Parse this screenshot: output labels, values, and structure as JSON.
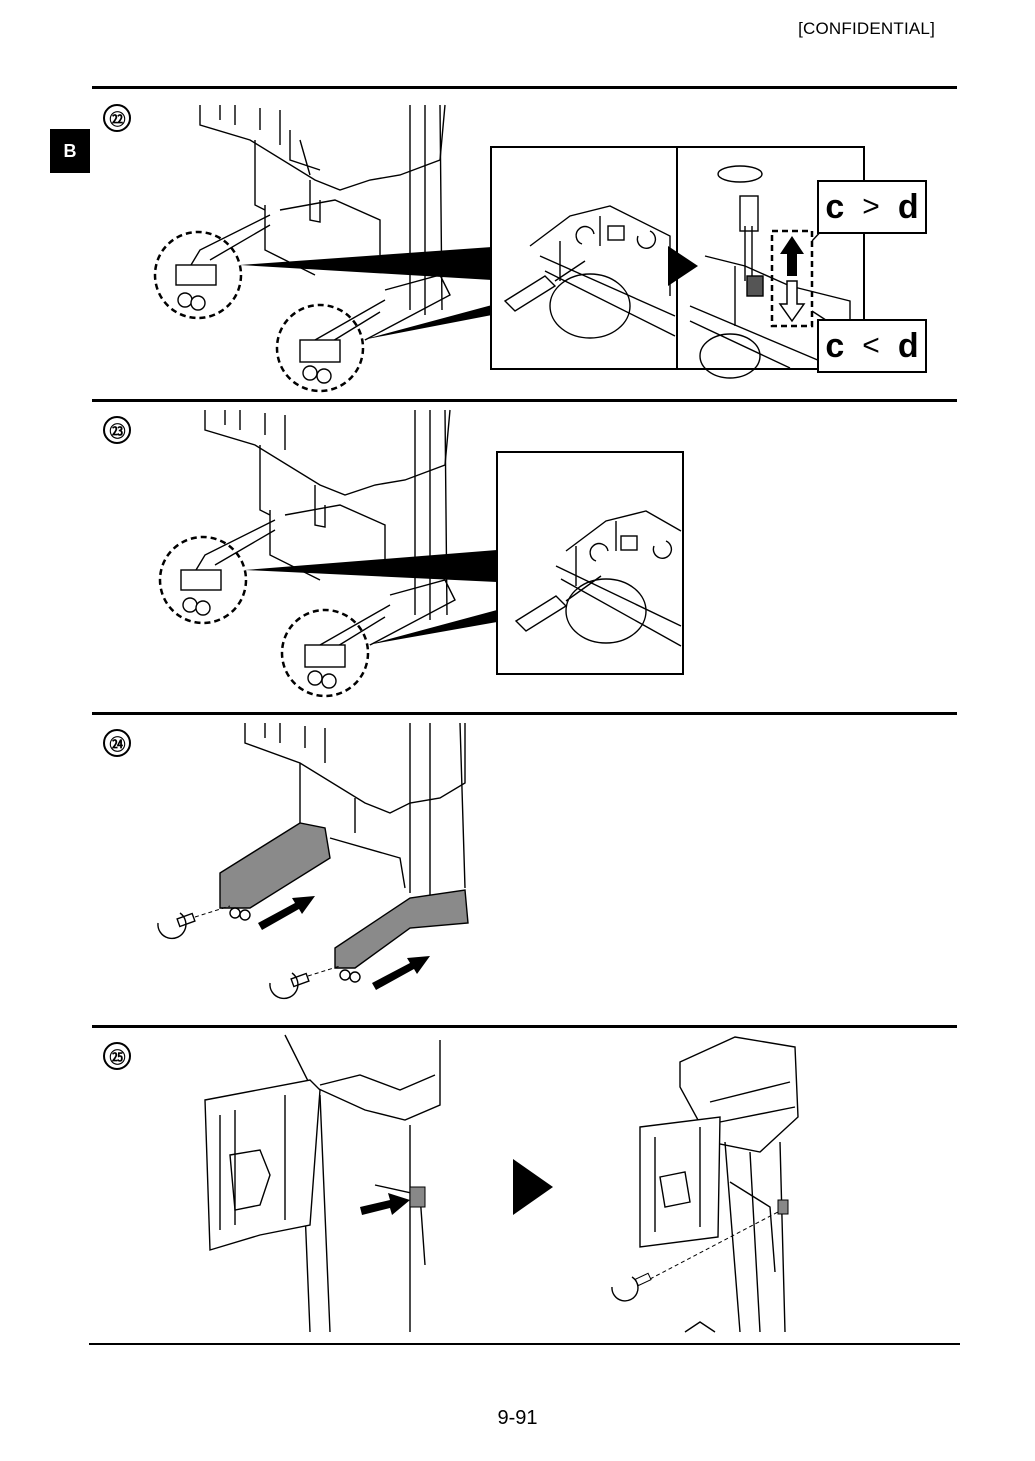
{
  "header": {
    "confidential": "[CONFIDENTIAL]"
  },
  "side_tab": {
    "label": "B"
  },
  "steps": [
    {
      "number": "㉒",
      "callouts": [
        {
          "left": "c",
          "op": ">",
          "right": "d"
        },
        {
          "left": "c",
          "op": "<",
          "right": "d"
        }
      ]
    },
    {
      "number": "㉓"
    },
    {
      "number": "㉔"
    },
    {
      "number": "㉕"
    }
  ],
  "footer": {
    "page_number": "9-91"
  }
}
